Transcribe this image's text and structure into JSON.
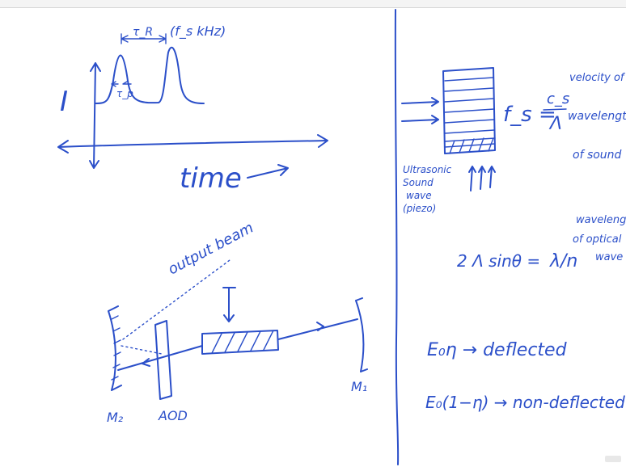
{
  "colors": {
    "ink": "#2b4fc9",
    "board": "#ffffff",
    "divider": "#2b4fc9"
  },
  "left": {
    "pulse_axis_label": "I",
    "period_label": "τ_R",
    "freq_label": "(f_s kHz)",
    "width_label": "τ_p",
    "time_label": "time",
    "output_beam_label": "output beam",
    "m2_label": "M₂",
    "aod_label": "AOD",
    "m1_label": "M₁"
  },
  "right": {
    "fs_formula": "f_s =",
    "numerator": "c_s",
    "denominator": "Λ",
    "velocity_note": "velocity of sound",
    "wavelength_note_1": "wavelength",
    "wavelength_note_2": "of sound",
    "transducer_note": [
      "Ultrasonic",
      "Sound",
      "wave",
      "(piezo)"
    ],
    "bragg_formula": "2 Λ sinθ =",
    "bragg_rhs": "λ/n",
    "bragg_note_1": "wavelength",
    "bragg_note_2": "of optical",
    "bragg_note_3": "wave",
    "deflected": "E₀η → deflected",
    "non_deflected": "E₀(1−η) → non-deflected"
  }
}
